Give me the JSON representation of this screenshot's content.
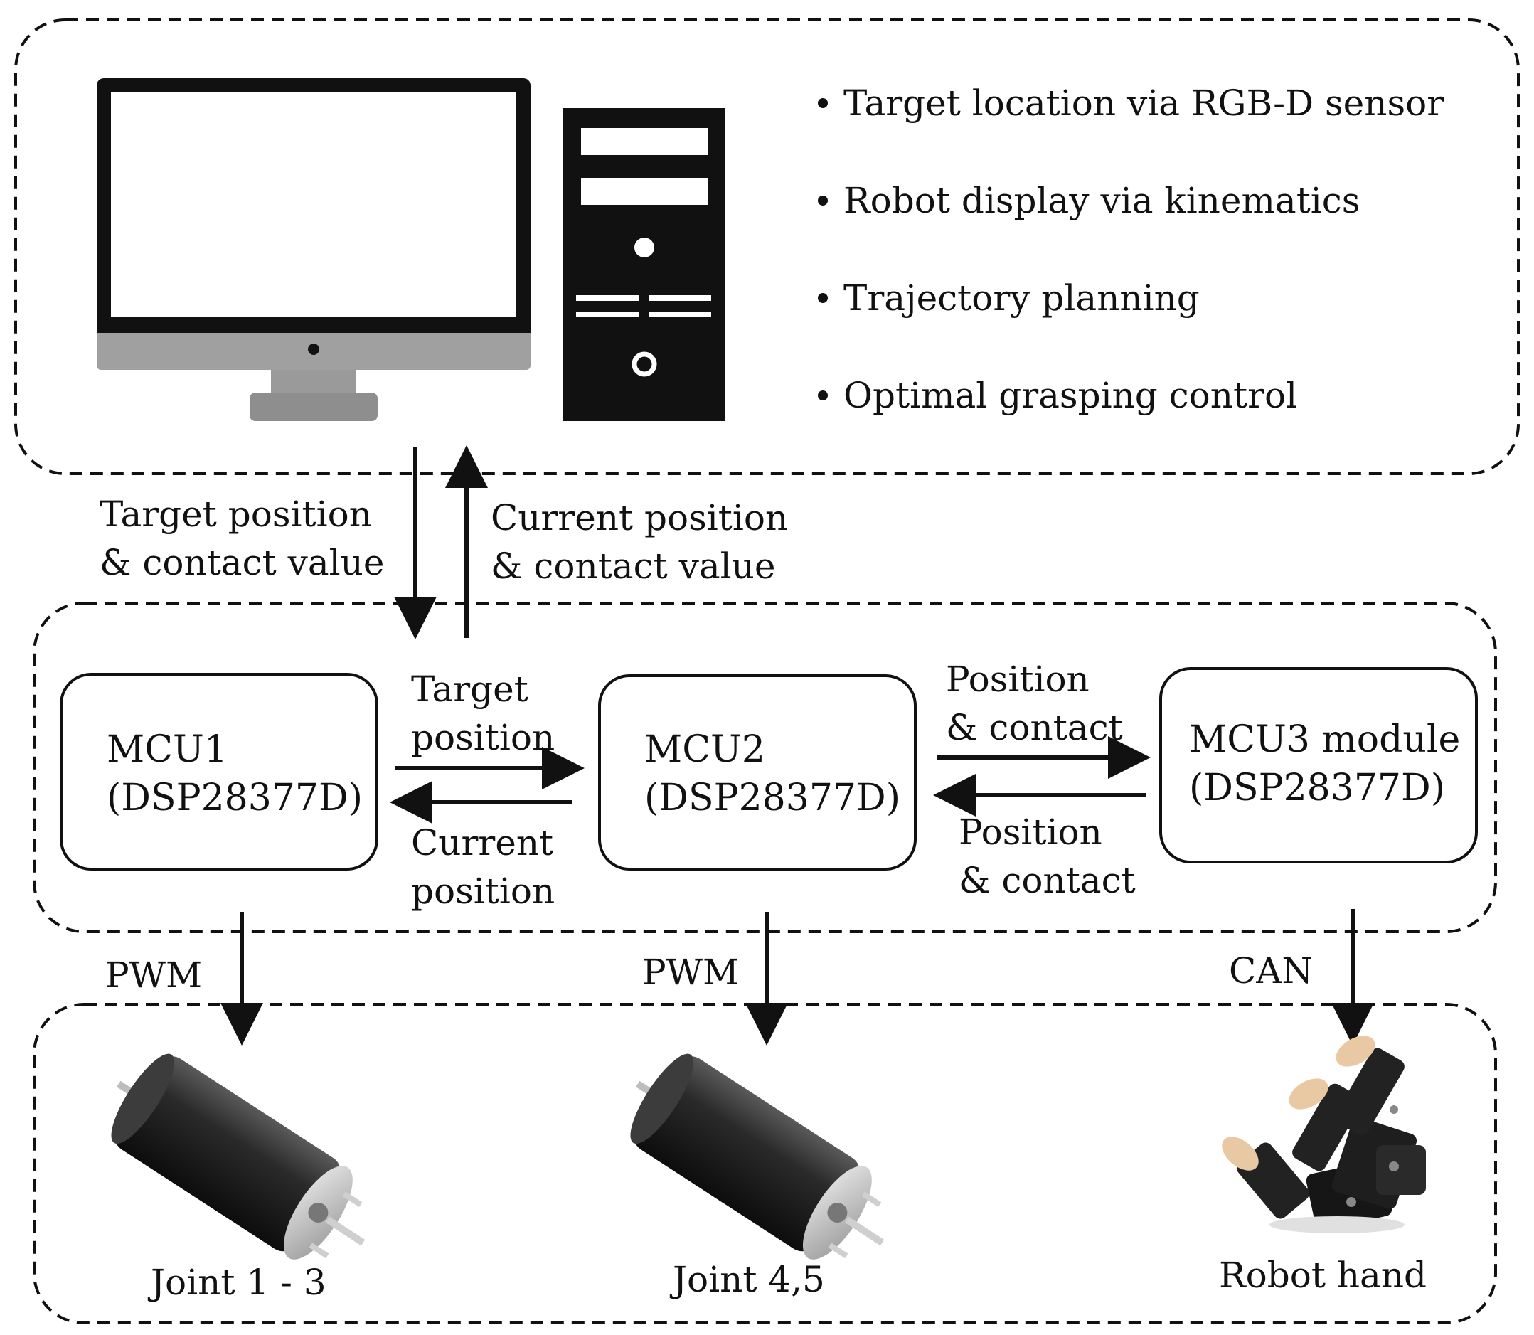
{
  "pc_functions": [
    "Target location via RGB-D sensor",
    "Robot display via kinematics",
    "Trajectory planning",
    "Optimal grasping control"
  ],
  "pc_link": {
    "down_label": [
      "Target position",
      "& contact value"
    ],
    "up_label": [
      "Current position",
      "& contact value"
    ]
  },
  "mcus": [
    {
      "name": "MCU1",
      "chip": "(DSP28377D)"
    },
    {
      "name": "MCU2",
      "chip": "(DSP28377D)"
    },
    {
      "name": "MCU3 module",
      "chip": "(DSP28377D)"
    }
  ],
  "mcu12_link": {
    "forward_label": [
      "Target",
      "position"
    ],
    "backward_label": [
      "Current",
      "position"
    ]
  },
  "mcu23_link": {
    "forward_label": [
      "Position",
      "& contact"
    ],
    "backward_label": [
      "Position",
      "& contact"
    ]
  },
  "outputs": [
    {
      "signal": "PWM",
      "device": "Joint 1 - 3"
    },
    {
      "signal": "PWM",
      "device": "Joint 4,5"
    },
    {
      "signal": "CAN",
      "device": "Robot hand"
    }
  ]
}
